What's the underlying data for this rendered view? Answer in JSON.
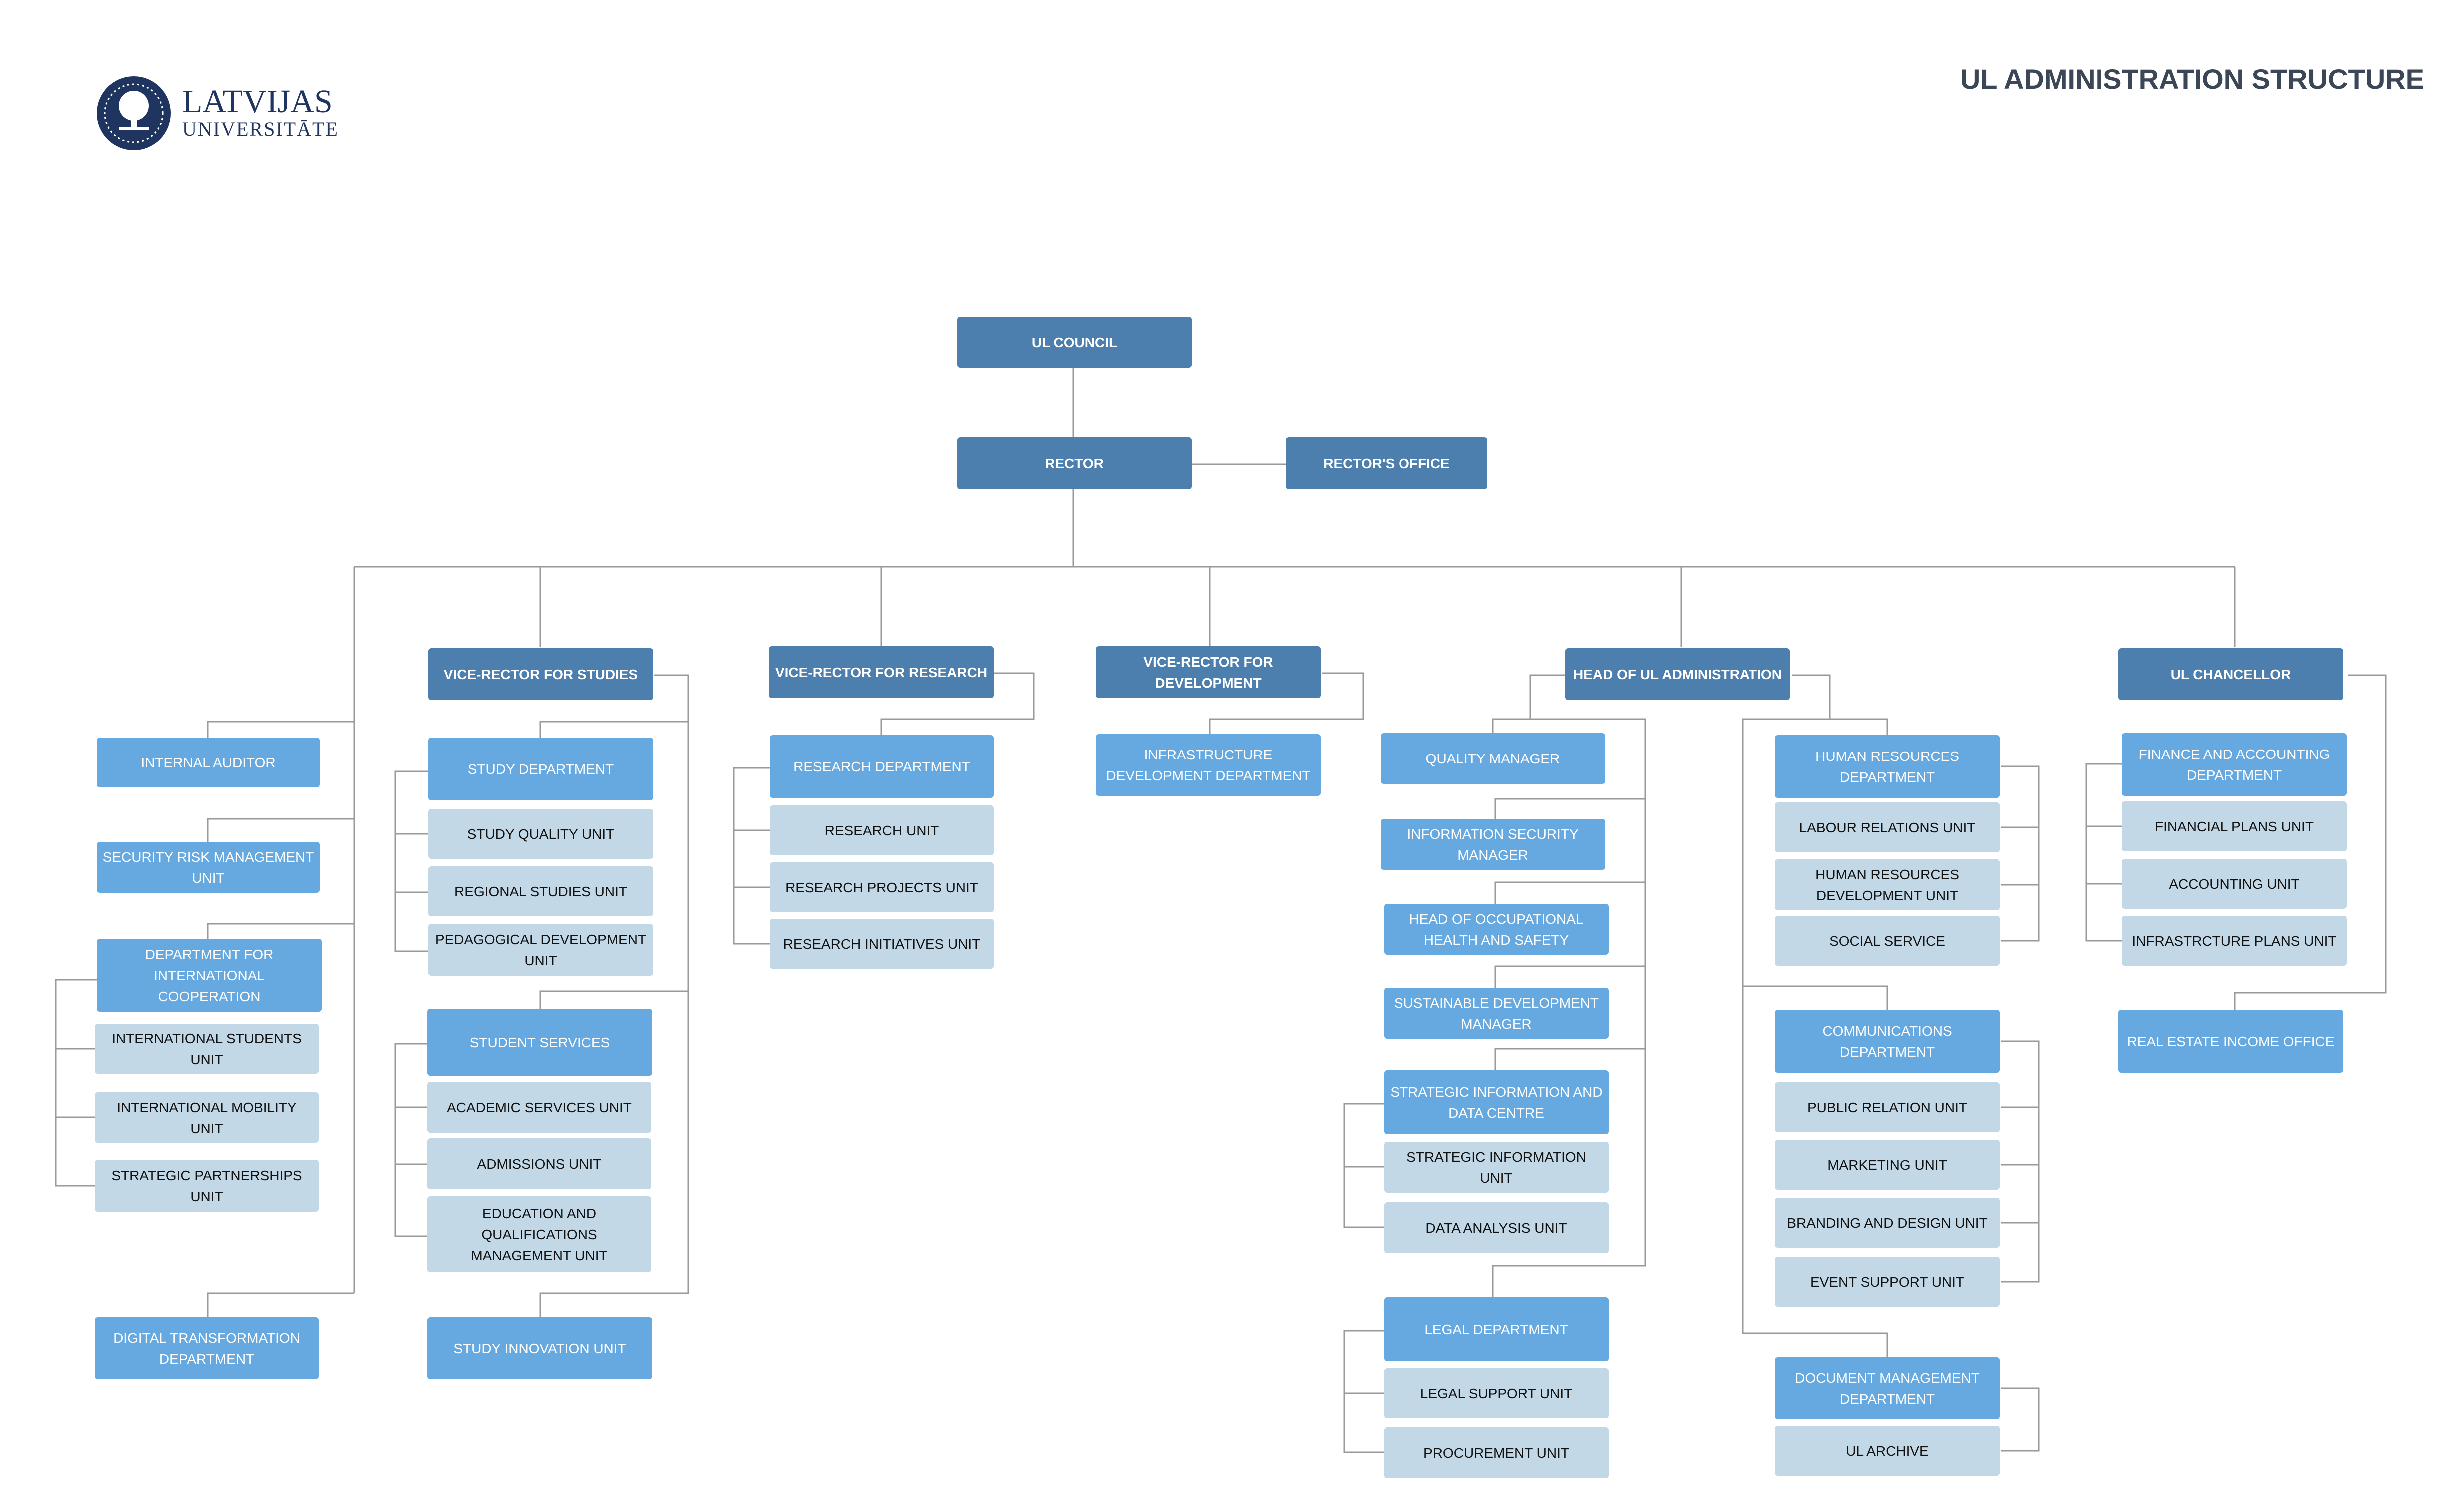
{
  "header": {
    "title": "UL ADMINISTRATION STRUCTURE",
    "logo": {
      "name": "LATVIJAS",
      "subtitle": "UNIVERSITĀTE"
    }
  },
  "colors": {
    "head": "#4d7fae",
    "dept": "#66a9e0",
    "unit": "#c2d8e6",
    "line": "#9a9a9a",
    "brand": "#1f3560"
  },
  "nodes": [
    {
      "id": "council",
      "label": "UL COUNCIL",
      "level": "head"
    },
    {
      "id": "rector",
      "label": "RECTOR",
      "level": "head"
    },
    {
      "id": "rectors-office",
      "label": "RECTOR'S OFFICE",
      "level": "head"
    },
    {
      "id": "vr-studies",
      "label": "VICE-RECTOR FOR STUDIES",
      "level": "head"
    },
    {
      "id": "vr-research",
      "label": "VICE-RECTOR FOR RESEARCH",
      "level": "head"
    },
    {
      "id": "vr-development",
      "label": "VICE-RECTOR FOR DEVELOPMENT",
      "level": "head"
    },
    {
      "id": "head-admin",
      "label": "HEAD OF UL ADMINISTRATION",
      "level": "head"
    },
    {
      "id": "chancellor",
      "label": "UL CHANCELLOR",
      "level": "head"
    },
    {
      "id": "internal-auditor",
      "label": "INTERNAL AUDITOR",
      "level": "dept"
    },
    {
      "id": "security-risk",
      "label": "SECURITY RISK MANAGEMENT UNIT",
      "level": "dept"
    },
    {
      "id": "dept-intl",
      "label": "DEPARTMENT FOR INTERNATIONAL COOPERATION",
      "level": "dept"
    },
    {
      "id": "intl-students",
      "label": "INTERNATIONAL STUDENTS UNIT",
      "level": "unit"
    },
    {
      "id": "intl-mobility",
      "label": "INTERNATIONAL MOBILITY UNIT",
      "level": "unit"
    },
    {
      "id": "strategic-partnerships",
      "label": "STRATEGIC PARTNERSHIPS UNIT",
      "level": "unit"
    },
    {
      "id": "digital-transformation",
      "label": "DIGITAL TRANSFORMATION DEPARTMENT",
      "level": "dept"
    },
    {
      "id": "study-dept",
      "label": "STUDY DEPARTMENT",
      "level": "dept"
    },
    {
      "id": "study-quality",
      "label": "STUDY QUALITY UNIT",
      "level": "unit"
    },
    {
      "id": "regional-studies",
      "label": "REGIONAL STUDIES UNIT",
      "level": "unit"
    },
    {
      "id": "pedagogical-dev",
      "label": "PEDAGOGICAL DEVELOPMENT UNIT",
      "level": "unit"
    },
    {
      "id": "student-services",
      "label": "STUDENT SERVICES",
      "level": "dept"
    },
    {
      "id": "academic-services",
      "label": "ACADEMIC SERVICES UNIT",
      "level": "unit"
    },
    {
      "id": "admissions",
      "label": "ADMISSIONS UNIT",
      "level": "unit"
    },
    {
      "id": "education-qual",
      "label": "EDUCATION AND QUALIFICATIONS MANAGEMENT UNIT",
      "level": "unit"
    },
    {
      "id": "study-innovation",
      "label": "STUDY INNOVATION UNIT",
      "level": "dept"
    },
    {
      "id": "research-dept",
      "label": "RESEARCH DEPARTMENT",
      "level": "dept"
    },
    {
      "id": "research-unit",
      "label": "RESEARCH UNIT",
      "level": "unit"
    },
    {
      "id": "research-projects",
      "label": "RESEARCH PROJECTS UNIT",
      "level": "unit"
    },
    {
      "id": "research-initiatives",
      "label": "RESEARCH INITIATIVES UNIT",
      "level": "unit"
    },
    {
      "id": "infra-dev",
      "label": "INFRASTRUCTURE DEVELOPMENT DEPARTMENT",
      "level": "dept"
    },
    {
      "id": "quality-manager",
      "label": "QUALITY MANAGER",
      "level": "dept"
    },
    {
      "id": "info-security",
      "label": "INFORMATION SECURITY MANAGER",
      "level": "dept"
    },
    {
      "id": "occupational-health",
      "label": "HEAD OF OCCUPATIONAL HEALTH AND SAFETY",
      "level": "dept"
    },
    {
      "id": "sustainable-dev",
      "label": "SUSTAINABLE DEVELOPMENT MANAGER",
      "level": "dept"
    },
    {
      "id": "strategic-info-centre",
      "label": "STRATEGIC INFORMATION AND DATA CENTRE",
      "level": "dept"
    },
    {
      "id": "strategic-info-unit",
      "label": "STRATEGIC INFORMATION UNIT",
      "level": "unit"
    },
    {
      "id": "data-analysis",
      "label": "DATA ANALYSIS UNIT",
      "level": "unit"
    },
    {
      "id": "legal-dept",
      "label": "LEGAL DEPARTMENT",
      "level": "dept"
    },
    {
      "id": "legal-support",
      "label": "LEGAL SUPPORT UNIT",
      "level": "unit"
    },
    {
      "id": "procurement",
      "label": "PROCUREMENT UNIT",
      "level": "unit"
    },
    {
      "id": "hr-dept",
      "label": "HUMAN RESOURCES DEPARTMENT",
      "level": "dept"
    },
    {
      "id": "labour-relations",
      "label": "LABOUR RELATIONS UNIT",
      "level": "unit"
    },
    {
      "id": "hr-development",
      "label": "HUMAN RESOURCES DEVELOPMENT UNIT",
      "level": "unit"
    },
    {
      "id": "social-service",
      "label": "SOCIAL SERVICE",
      "level": "unit"
    },
    {
      "id": "communications",
      "label": "COMMUNICATIONS DEPARTMENT",
      "level": "dept"
    },
    {
      "id": "public-relation",
      "label": "PUBLIC RELATION UNIT",
      "level": "unit"
    },
    {
      "id": "marketing",
      "label": "MARKETING UNIT",
      "level": "unit"
    },
    {
      "id": "branding",
      "label": "BRANDING AND DESIGN UNIT",
      "level": "unit"
    },
    {
      "id": "event-support",
      "label": "EVENT SUPPORT UNIT",
      "level": "unit"
    },
    {
      "id": "document-mgmt",
      "label": "DOCUMENT MANAGEMENT DEPARTMENT",
      "level": "dept"
    },
    {
      "id": "ul-archive",
      "label": "UL ARCHIVE",
      "level": "unit"
    },
    {
      "id": "finance",
      "label": "FINANCE AND ACCOUNTING DEPARTMENT",
      "level": "dept"
    },
    {
      "id": "financial-plans",
      "label": "FINANCIAL PLANS UNIT",
      "level": "unit"
    },
    {
      "id": "accounting",
      "label": "ACCOUNTING UNIT",
      "level": "unit"
    },
    {
      "id": "infra-plans",
      "label": "INFRASTRCTURE PLANS UNIT",
      "level": "unit"
    },
    {
      "id": "real-estate",
      "label": "REAL ESTATE INCOME OFFICE",
      "level": "dept"
    }
  ]
}
